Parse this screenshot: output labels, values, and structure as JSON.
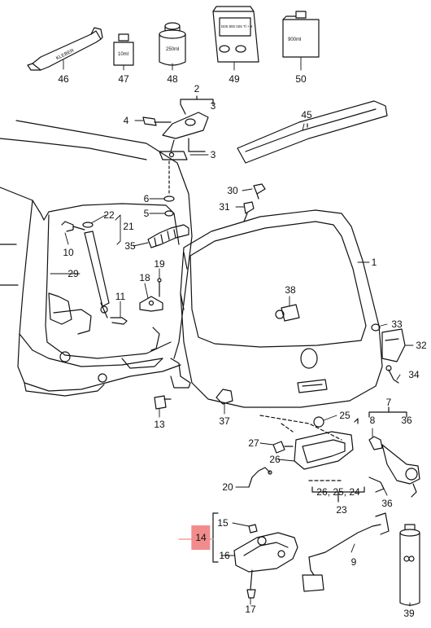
{
  "diagram": {
    "highlight_color": "#f28c8c",
    "callouts": [
      {
        "id": "46",
        "text": "46"
      },
      {
        "id": "47",
        "text": "47"
      },
      {
        "id": "48",
        "text": "48"
      },
      {
        "id": "49",
        "text": "49"
      },
      {
        "id": "50",
        "text": "50"
      },
      {
        "id": "2",
        "text": "2"
      },
      {
        "id": "3a",
        "text": "3"
      },
      {
        "id": "4",
        "text": "4"
      },
      {
        "id": "3b",
        "text": "3"
      },
      {
        "id": "45",
        "text": "45"
      },
      {
        "id": "30",
        "text": "30"
      },
      {
        "id": "31",
        "text": "31"
      },
      {
        "id": "6",
        "text": "6"
      },
      {
        "id": "5",
        "text": "5"
      },
      {
        "id": "22",
        "text": "22"
      },
      {
        "id": "21",
        "text": "21"
      },
      {
        "id": "35",
        "text": "35"
      },
      {
        "id": "10",
        "text": "10"
      },
      {
        "id": "29",
        "text": "29"
      },
      {
        "id": "19",
        "text": "19"
      },
      {
        "id": "18",
        "text": "18"
      },
      {
        "id": "11",
        "text": "11"
      },
      {
        "id": "1",
        "text": "1"
      },
      {
        "id": "38",
        "text": "38"
      },
      {
        "id": "33",
        "text": "33"
      },
      {
        "id": "32",
        "text": "32"
      },
      {
        "id": "34",
        "text": "34"
      },
      {
        "id": "13",
        "text": "13"
      },
      {
        "id": "37",
        "text": "37"
      },
      {
        "id": "7",
        "text": "7"
      },
      {
        "id": "25",
        "text": "25"
      },
      {
        "id": "8",
        "text": "8"
      },
      {
        "id": "36a",
        "text": "36"
      },
      {
        "id": "27",
        "text": "27"
      },
      {
        "id": "26",
        "text": "26"
      },
      {
        "id": "20",
        "text": "20"
      },
      {
        "id": "262524",
        "text": "26, 25, 24"
      },
      {
        "id": "23",
        "text": "23"
      },
      {
        "id": "36b",
        "text": "36"
      },
      {
        "id": "15",
        "text": "15"
      },
      {
        "id": "14",
        "text": "14"
      },
      {
        "id": "16",
        "text": "16"
      },
      {
        "id": "9",
        "text": "9"
      },
      {
        "id": "17",
        "text": "17"
      },
      {
        "id": "39",
        "text": "39"
      }
    ],
    "product_labels": {
      "tube": "KLEBER",
      "bottle_small": "10ml",
      "jar": "250ml",
      "box_code": "D00 800 025 Tl + 8",
      "canister": "900ml"
    }
  }
}
